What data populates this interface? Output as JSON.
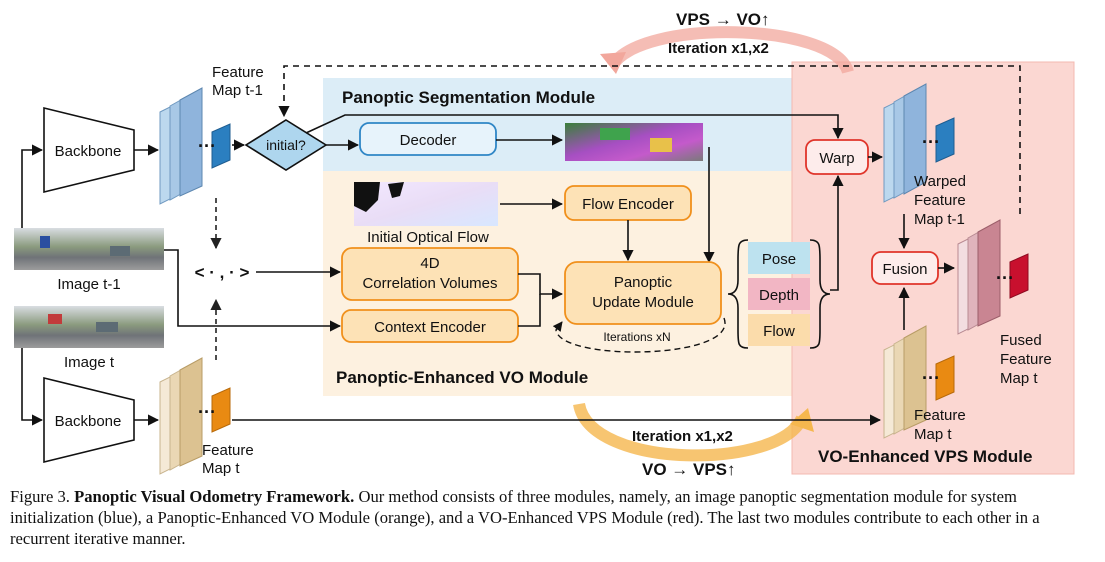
{
  "regions": {
    "segmentation": "Panoptic Segmentation Module",
    "vo": "Panoptic-Enhanced VO Module",
    "vps": "VO-Enhanced VPS Module"
  },
  "nodes": {
    "backbone_top": "Backbone",
    "backbone_bottom": "Backbone",
    "feature_map_prev": [
      "Feature",
      "Map t-1"
    ],
    "feature_map_t": [
      "Feature",
      "Map t"
    ],
    "initial": "initial?",
    "decoder": "Decoder",
    "flow_encoder": "Flow Encoder",
    "initial_optical_flow": "Initial Optical Flow",
    "correlation": [
      "4D",
      "Correlation Volumes"
    ],
    "context_encoder": "Context Encoder",
    "update_module": [
      "Panoptic",
      "Update Module"
    ],
    "iterations": "Iterations xN",
    "pose": "Pose",
    "depth": "Depth",
    "flow": "Flow",
    "warp": "Warp",
    "fusion": "Fusion",
    "warped_feature": [
      "Warped",
      "Feature",
      "Map t-1"
    ],
    "fused_feature": [
      "Fused",
      "Feature",
      "Map t"
    ],
    "feature_map_t_right": [
      "Feature",
      "Map t"
    ],
    "image_prev": "Image  t-1",
    "image_t": "Image  t",
    "pair": "< · , · >",
    "dots": "···"
  },
  "loops": {
    "top_title": "VPS → VO↑",
    "top_iter": "Iteration x1,x2",
    "bottom_iter": "Iteration x1,x2",
    "bottom_title": "VO → VPS↑"
  },
  "colors": {
    "blue_region": "#dcedf7",
    "orange_region": "#fdf1e0",
    "red_region": "#fbd7d2",
    "blue_title": "#2f86c6",
    "orange_title": "#f0901c",
    "red_title": "#e0352b",
    "top_loop": "#f2a79c",
    "bottom_loop": "#f5b74e"
  },
  "caption": {
    "label": "Figure 3.",
    "title": "Panoptic Visual Odometry Framework.",
    "text": "Our method consists of three modules, namely, an image panoptic segmentation module for system initialization (blue), a Panoptic-Enhanced VO Module (orange), and a VO-Enhanced VPS Module (red). The last two modules contribute to each other in a recurrent iterative manner."
  }
}
